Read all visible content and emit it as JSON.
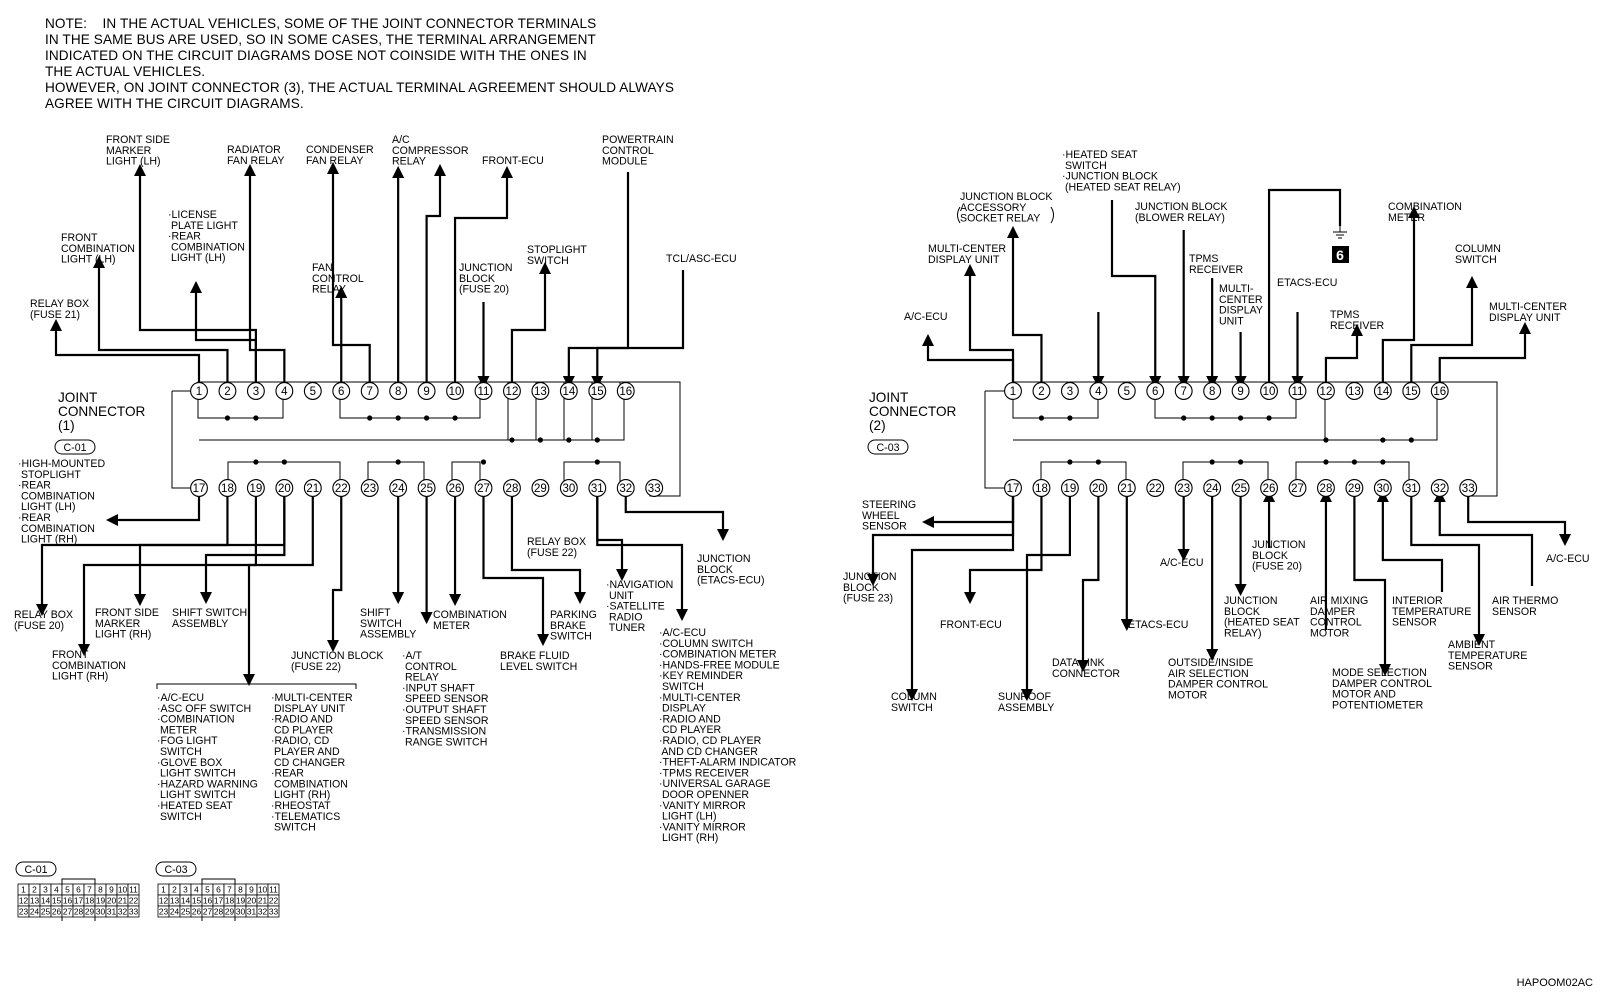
{
  "note": {
    "lines": [
      "NOTE:    IN THE ACTUAL VEHICLES, SOME OF THE JOINT CONNECTOR TERMINALS",
      "IN THE SAME BUS ARE USED, SO IN SOME CASES, THE TERMINAL ARRANGEMENT",
      "INDICATED ON THE CIRCUIT DIAGRAMS DOSE NOT COINSIDE WITH THE ONES IN",
      "THE ACTUAL VEHICLES.",
      "HOWEVER, ON JOINT CONNECTOR (3), THE ACTUAL TERMINAL AGREEMENT SHOULD ALWAYS",
      "AGREE WITH THE CIRCUIT DIAGRAMS."
    ]
  },
  "connectors": [
    {
      "title": [
        "JOINT",
        "CONNECTOR",
        "(1)"
      ],
      "code": "C-01",
      "pins": [
        "1",
        "2",
        "3",
        "4",
        "5",
        "6",
        "7",
        "8",
        "9",
        "10",
        "11",
        "12",
        "13",
        "14",
        "15",
        "16",
        "17",
        "18",
        "19",
        "20",
        "21",
        "22",
        "23",
        "24",
        "25",
        "26",
        "27",
        "28",
        "29",
        "30",
        "31",
        "32",
        "33"
      ],
      "labels": [
        {
          "lines": [
            "FRONT SIDE",
            "MARKER",
            "LIGHT (LH)"
          ]
        },
        {
          "lines": [
            "RADIATOR",
            "FAN RELAY"
          ]
        },
        {
          "lines": [
            "CONDENSER",
            "FAN RELAY"
          ]
        },
        {
          "lines": [
            "A/C",
            "COMPRESSOR",
            "RELAY"
          ]
        },
        {
          "lines": [
            "FRONT-ECU"
          ]
        },
        {
          "lines": [
            "POWERTRAIN",
            "CONTROL",
            "MODULE"
          ]
        },
        {
          "lines": [
            "·LICENSE",
            "  PLATE LIGHT",
            "·REAR",
            "  COMBINATION",
            "  LIGHT (LH)"
          ]
        },
        {
          "lines": [
            "FRONT",
            "COMBINATION",
            "LIGHT (LH)"
          ]
        },
        {
          "lines": [
            "FAN",
            "CONTROL",
            "RELAY"
          ]
        },
        {
          "lines": [
            "JUNCTION",
            "BLOCK",
            "(FUSE 20)"
          ]
        },
        {
          "lines": [
            "STOPLIGHT",
            "SWITCH"
          ]
        },
        {
          "lines": [
            "TCL/ASC-ECU"
          ]
        },
        {
          "lines": [
            "RELAY BOX",
            "(FUSE 21)"
          ]
        },
        {
          "lines": [
            "·HIGH-MOUNTED",
            "  STOPLIGHT",
            "·REAR",
            "  COMBINATION",
            "  LIGHT (LH)",
            "·REAR",
            "  COMBINATION",
            "  LIGHT (RH)"
          ]
        },
        {
          "lines": [
            "RELAY BOX",
            "(FUSE 20)"
          ]
        },
        {
          "lines": [
            "FRONT",
            "COMBINATION",
            "LIGHT (RH)"
          ]
        },
        {
          "lines": [
            "FRONT SIDE",
            "MARKER",
            "LIGHT (RH)"
          ]
        },
        {
          "lines": [
            "SHIFT SWITCH",
            "ASSEMBLY"
          ]
        },
        {
          "lines": [
            "JUNCTION BLOCK",
            "(FUSE 22)"
          ]
        },
        {
          "lines": [
            "SHIFT",
            "SWITCH",
            "ASSEMBLY"
          ]
        },
        {
          "lines": [
            "·A/T",
            "  CONTROL",
            "  RELAY",
            "·INPUT SHAFT",
            "  SPEED SENSOR",
            "·OUTPUT SHAFT",
            "  SPEED SENSOR",
            "·TRANSMISSION",
            "  RANGE SWITCH"
          ]
        },
        {
          "lines": [
            "COMBINATION",
            "METER"
          ]
        },
        {
          "lines": [
            "BRAKE FLUID",
            "LEVEL SWITCH"
          ]
        },
        {
          "lines": [
            "PARKING",
            "BRAKE",
            "SWITCH"
          ]
        },
        {
          "lines": [
            "RELAY BOX",
            "(FUSE 22)"
          ]
        },
        {
          "lines": [
            "·NAVIGATION",
            "  UNIT",
            "·SATELLITE",
            "  RADIO",
            "  TUNER"
          ]
        },
        {
          "lines": [
            "JUNCTION",
            "BLOCK",
            "(ETACS-ECU)"
          ]
        },
        {
          "lines": [
            "·A/C-ECU",
            "·ASC OFF SWITCH",
            "·COMBINATION",
            "  METER",
            "·FOG LIGHT",
            "  SWITCH",
            "·GLOVE BOX",
            "  LIGHT SWITCH",
            "·HAZARD WARNING",
            "  LIGHT SWITCH",
            "·HEATED SEAT",
            "  SWITCH"
          ]
        },
        {
          "lines": [
            "·MULTI-CENTER",
            "  DISPLAY UNIT",
            "·RADIO AND",
            "  CD PLAYER",
            "·RADIO, CD",
            "  PLAYER AND",
            "  CD CHANGER",
            "·REAR",
            "  COMBINATION",
            "  LIGHT (RH)",
            "·RHEOSTAT",
            "·TELEMATICS",
            "  SWITCH"
          ]
        },
        {
          "lines": [
            "·A/C-ECU",
            "·COLUMN SWITCH",
            "·COMBINATION METER",
            "·HANDS-FREE MODULE",
            "·KEY REMINDER",
            "  SWITCH",
            "·MULTI-CENTER",
            "  DISPLAY",
            "·RADIO AND",
            "  CD PLAYER",
            "·RADIO, CD PLAYER",
            "  AND CD CHANGER",
            "·THEFT-ALARM INDICATOR",
            "·TPMS RECEIVER",
            "·UNIVERSAL GARAGE",
            "  DOOR OPENNER",
            "·VANITY MIRROR",
            "  LIGHT (LH)",
            "·VANITY MIRROR",
            "  LIGHT (RH)"
          ]
        }
      ]
    },
    {
      "title": [
        "JOINT",
        "CONNECTOR",
        "(2)"
      ],
      "code": "C-03",
      "pins": [
        "1",
        "2",
        "3",
        "4",
        "5",
        "6",
        "7",
        "8",
        "9",
        "10",
        "11",
        "12",
        "13",
        "14",
        "15",
        "16",
        "17",
        "18",
        "19",
        "20",
        "21",
        "22",
        "23",
        "24",
        "25",
        "26",
        "27",
        "28",
        "29",
        "30",
        "31",
        "32",
        "33"
      ],
      "labels": [
        {
          "lines": [
            "·HEATED SEAT",
            "  SWITCH",
            "·JUNCTION BLOCK",
            "  (HEATED SEAT RELAY)"
          ]
        },
        {
          "lines": [
            "JUNCTION BLOCK",
            "ACCESSORY",
            "SOCKET RELAY"
          ]
        },
        {
          "lines": [
            "JUNCTION BLOCK",
            "(BLOWER RELAY)"
          ]
        },
        {
          "lines": [
            "COMBINATION",
            "METER"
          ]
        },
        {
          "lines": [
            "MULTI-CENTER",
            "DISPLAY UNIT"
          ]
        },
        {
          "lines": [
            "TPMS",
            "RECEIVER"
          ]
        },
        {
          "lines": [
            "MULTI-",
            "CENTER",
            "DISPLAY",
            "UNIT"
          ]
        },
        {
          "lines": [
            "ETACS-ECU"
          ]
        },
        {
          "lines": [
            "COLUMN",
            "SWITCH"
          ]
        },
        {
          "lines": [
            "A/C-ECU"
          ]
        },
        {
          "lines": [
            "TPMS",
            "RECEIVER"
          ]
        },
        {
          "lines": [
            "MULTI-CENTER",
            "DISPLAY UNIT"
          ]
        },
        {
          "lines": [
            "STEERING",
            "WHEEL",
            "SENSOR"
          ]
        },
        {
          "lines": [
            "JUNCTION",
            "BLOCK",
            "(FUSE 23)"
          ]
        },
        {
          "lines": [
            "FRONT-ECU"
          ]
        },
        {
          "lines": [
            "COLUMN",
            "SWITCH"
          ]
        },
        {
          "lines": [
            "SUNROOF",
            "ASSEMBLY"
          ]
        },
        {
          "lines": [
            "DATA LINK",
            "CONNECTOR"
          ]
        },
        {
          "lines": [
            "ETACS-ECU"
          ]
        },
        {
          "lines": [
            "A/C-ECU"
          ]
        },
        {
          "lines": [
            "OUTSIDE/INSIDE",
            "AIR SELECTION",
            "DAMPER CONTROL",
            "MOTOR"
          ]
        },
        {
          "lines": [
            "JUNCTION",
            "BLOCK",
            "(HEATED SEAT",
            "RELAY)"
          ]
        },
        {
          "lines": [
            "JUNCTION",
            "BLOCK",
            "(FUSE 20)"
          ]
        },
        {
          "lines": [
            "AIR MIXING",
            "DAMPER",
            "CONTROL",
            "MOTOR"
          ]
        },
        {
          "lines": [
            "MODE SELECTION",
            "DAMPER CONTROL",
            "MOTOR AND",
            "POTENTIOMETER"
          ]
        },
        {
          "lines": [
            "INTERIOR",
            "TEMPERATURE",
            "SENSOR"
          ]
        },
        {
          "lines": [
            "AMBIENT",
            "TEMPERATURE",
            "SENSOR"
          ]
        },
        {
          "lines": [
            "AIR THERMO",
            "SENSOR"
          ]
        },
        {
          "lines": [
            "A/C-ECU"
          ]
        }
      ]
    }
  ],
  "ground_badge": "6",
  "face_views": [
    {
      "code": "C-01",
      "rows": [
        [
          "1",
          "2",
          "3",
          "4",
          "5",
          "6",
          "7",
          "8",
          "9",
          "10",
          "11"
        ],
        [
          "12",
          "13",
          "14",
          "15",
          "16",
          "17",
          "18",
          "19",
          "20",
          "21",
          "22"
        ],
        [
          "23",
          "24",
          "25",
          "26",
          "27",
          "28",
          "29",
          "30",
          "31",
          "32",
          "33"
        ]
      ]
    },
    {
      "code": "C-03",
      "rows": [
        [
          "1",
          "2",
          "3",
          "4",
          "5",
          "6",
          "7",
          "8",
          "9",
          "10",
          "11"
        ],
        [
          "12",
          "13",
          "14",
          "15",
          "16",
          "17",
          "18",
          "19",
          "20",
          "21",
          "22"
        ],
        [
          "23",
          "24",
          "25",
          "26",
          "27",
          "28",
          "29",
          "30",
          "31",
          "32",
          "33"
        ]
      ]
    }
  ],
  "figure_code": "HAPOOM02AC"
}
